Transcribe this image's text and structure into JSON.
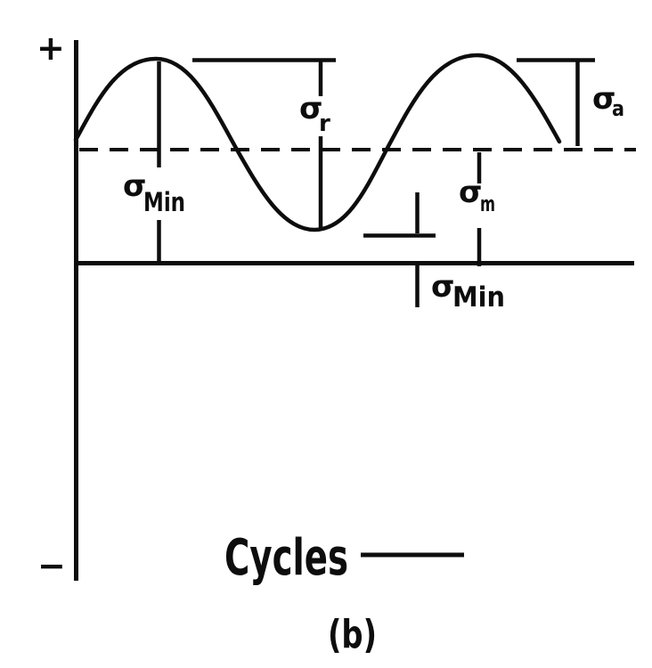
{
  "figure": {
    "y_axis": {
      "positive": "+",
      "negative": "−"
    },
    "x_axis_label": "Cycles",
    "caption": "(b)",
    "annotations": {
      "sigma_min_upper": {
        "base": "σ",
        "sub": "Min"
      },
      "sigma_r": {
        "base": "σ",
        "sub": "r"
      },
      "sigma_m": {
        "base": "σ",
        "sub": "m"
      },
      "sigma_a": {
        "base": "σ",
        "sub": "a"
      },
      "sigma_min_lower": {
        "base": "σ",
        "sub": "Min"
      }
    },
    "colors": {
      "ink": "#0d0d0d",
      "background": "#ffffff"
    }
  }
}
